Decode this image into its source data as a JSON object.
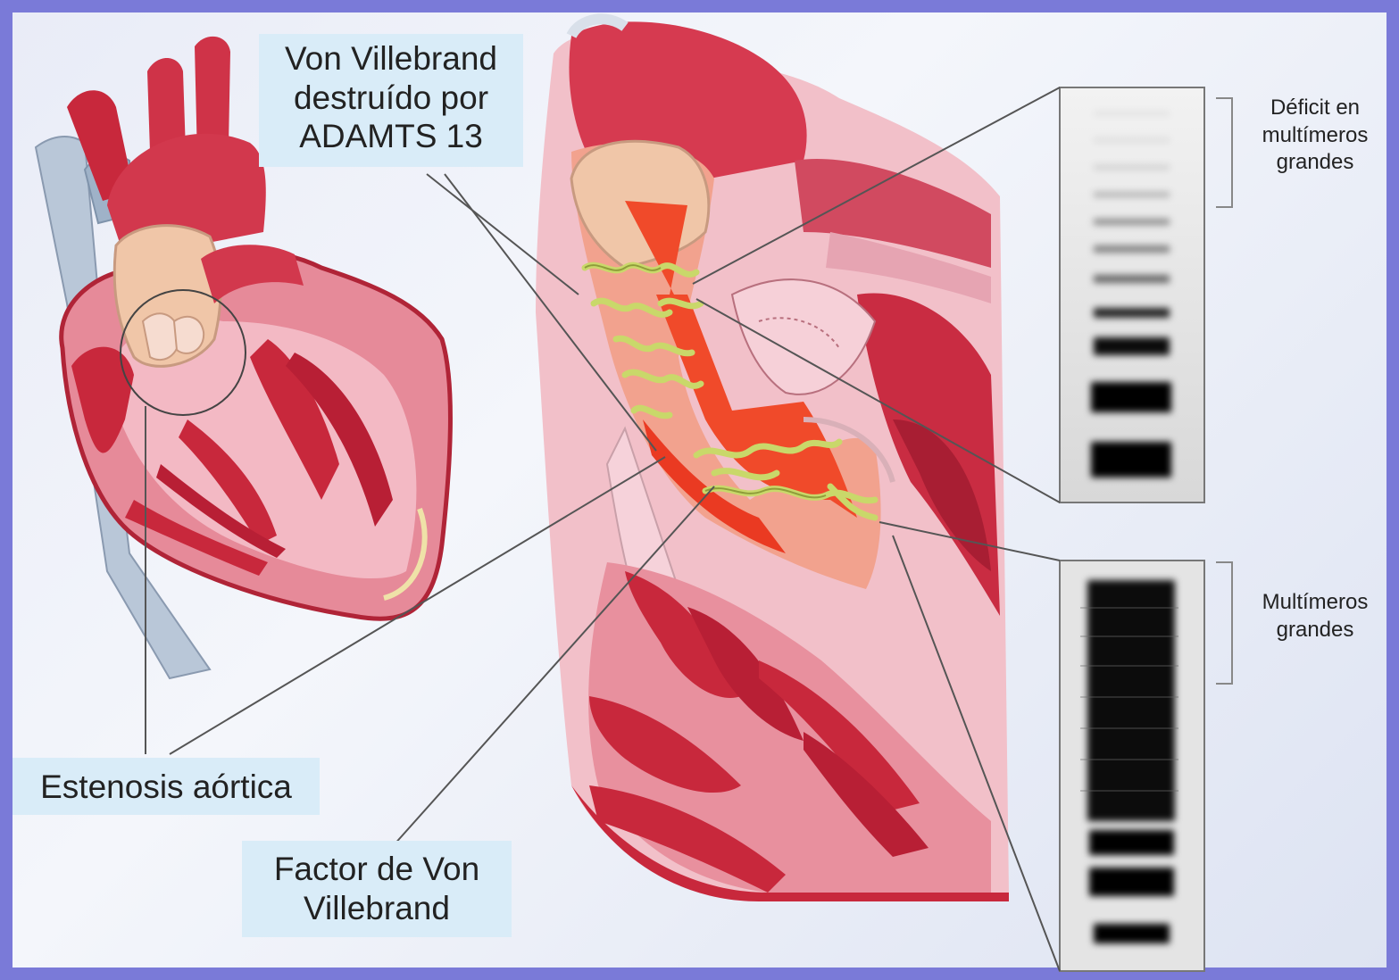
{
  "labels": {
    "von_willebrand_destroyed": [
      "Von Villebrand",
      "destruído por",
      "ADAMTS 13"
    ],
    "aortic_stenosis": "Estenosis aórtica",
    "vwf_factor": [
      "Factor de Von",
      "Villebrand"
    ]
  },
  "gel_labels": {
    "top": [
      "Déficit en",
      "multímeros",
      "grandes"
    ],
    "bottom": [
      "Multímeros",
      "grandes"
    ]
  },
  "colors": {
    "frame": "#7a7ad8",
    "label_bg": "#d9ecf8",
    "heart_red": "#c8283c",
    "heart_pink": "#f3b9c4",
    "flow_red": "#f04a2a",
    "vwf_green": "#c9d86a",
    "leader_line": "#555555"
  }
}
